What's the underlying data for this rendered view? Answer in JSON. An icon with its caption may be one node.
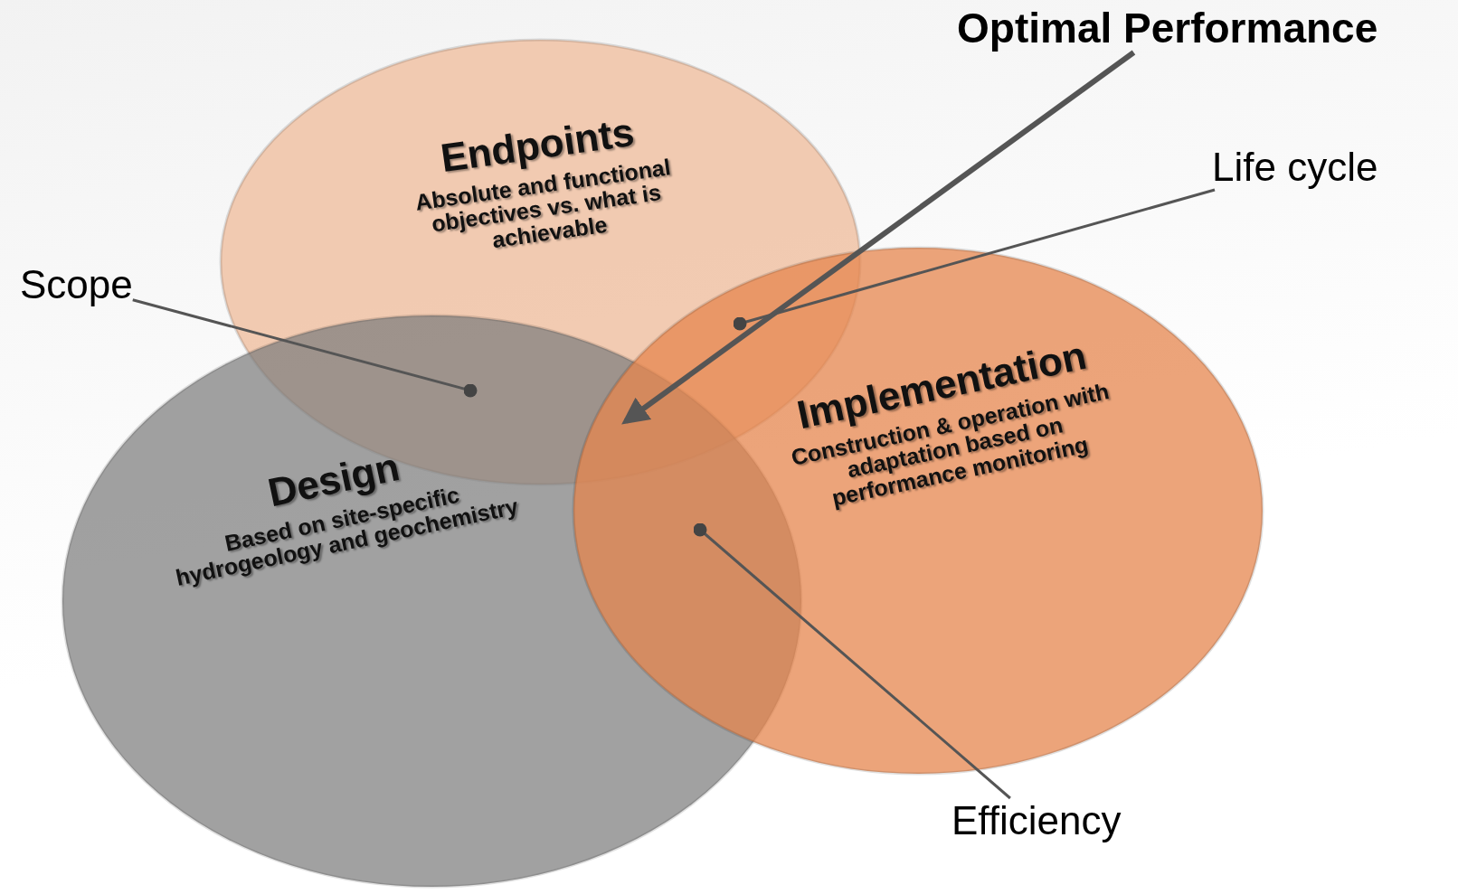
{
  "diagram": {
    "nodes": [
      {
        "text": [
          "Endpoints",
          "Absolute and functional objectives vs. what is achievable"
        ]
      },
      {
        "text": [
          "Design",
          "Based on site-specific hydrogeology and geochemistry"
        ]
      },
      {
        "text": [
          "Implementation",
          "Construction & operation with adaptation based on performance monitoring"
        ]
      },
      {
        "text": [
          "Optimal Performance"
        ]
      },
      {
        "text": [
          "Life cycle"
        ]
      },
      {
        "text": [
          "Scope"
        ]
      },
      {
        "text": [
          "Efficiency"
        ]
      }
    ],
    "edges": [
      {
        "from": 3,
        "to": 0,
        "arrow": "to",
        "style": "thick"
      },
      {
        "from": 4,
        "to": 0,
        "arrow": "other"
      },
      {
        "from": 5,
        "to": 0,
        "arrow": "other"
      },
      {
        "from": 6,
        "to": 2,
        "arrow": "other"
      }
    ]
  }
}
